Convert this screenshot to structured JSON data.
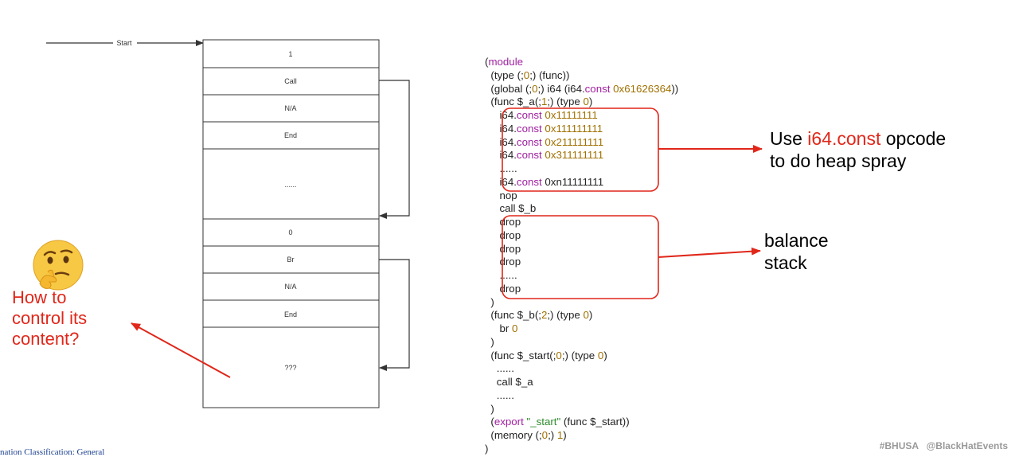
{
  "diagram": {
    "start_label": "Start",
    "cells": [
      "1",
      "Call",
      "N/A",
      "End",
      "......",
      "0",
      "Br",
      "N/A",
      "End",
      "???"
    ]
  },
  "code": {
    "lines": [
      [
        [
          "p",
          "("
        ],
        [
          "kw",
          "module"
        ]
      ],
      [
        [
          "p",
          "  (type (;"
        ],
        [
          "num",
          "0"
        ],
        [
          "p",
          ";) (func))"
        ]
      ],
      [
        [
          "p",
          "  (global (;"
        ],
        [
          "num",
          "0"
        ],
        [
          "p",
          ";) i64 (i64."
        ],
        [
          "kw",
          "const"
        ],
        [
          "p",
          " "
        ],
        [
          "num",
          "0x61626364"
        ],
        [
          "p",
          "))"
        ]
      ],
      [
        [
          "p",
          "  (func $_a(;"
        ],
        [
          "num",
          "1"
        ],
        [
          "p",
          ";) (type "
        ],
        [
          "num",
          "0"
        ],
        [
          "p",
          ")"
        ]
      ],
      [
        [
          "p",
          "     i64."
        ],
        [
          "kw",
          "const"
        ],
        [
          "p",
          " "
        ],
        [
          "num",
          "0x11111111"
        ]
      ],
      [
        [
          "p",
          "     i64."
        ],
        [
          "kw",
          "const"
        ],
        [
          "p",
          " "
        ],
        [
          "num",
          "0x111111111"
        ]
      ],
      [
        [
          "p",
          "     i64."
        ],
        [
          "kw",
          "const"
        ],
        [
          "p",
          " "
        ],
        [
          "num",
          "0x211111111"
        ]
      ],
      [
        [
          "p",
          "     i64."
        ],
        [
          "kw",
          "const"
        ],
        [
          "p",
          " "
        ],
        [
          "num",
          "0x311111111"
        ]
      ],
      [
        [
          "p",
          "     ......"
        ]
      ],
      [
        [
          "p",
          "     i64."
        ],
        [
          "kw",
          "const"
        ],
        [
          "p",
          " 0xn11111111"
        ]
      ],
      [
        [
          "p",
          "     nop"
        ]
      ],
      [
        [
          "p",
          "     call $_b"
        ]
      ],
      [
        [
          "p",
          "     drop"
        ]
      ],
      [
        [
          "p",
          "     drop"
        ]
      ],
      [
        [
          "p",
          "     drop"
        ]
      ],
      [
        [
          "p",
          "     drop"
        ]
      ],
      [
        [
          "p",
          "     ......"
        ]
      ],
      [
        [
          "p",
          "     drop"
        ]
      ],
      [
        [
          "p",
          "  )"
        ]
      ],
      [
        [
          "p",
          "  (func $_b(;"
        ],
        [
          "num",
          "2"
        ],
        [
          "p",
          ";) (type "
        ],
        [
          "num",
          "0"
        ],
        [
          "p",
          ")"
        ]
      ],
      [
        [
          "p",
          "     br "
        ],
        [
          "num",
          "0"
        ]
      ],
      [
        [
          "p",
          "  )"
        ]
      ],
      [
        [
          "p",
          "  (func $_start(;"
        ],
        [
          "num",
          "0"
        ],
        [
          "p",
          ";) (type "
        ],
        [
          "num",
          "0"
        ],
        [
          "p",
          ")"
        ]
      ],
      [
        [
          "p",
          "    ......"
        ]
      ],
      [
        [
          "p",
          "    call $_a"
        ]
      ],
      [
        [
          "p",
          "    ......"
        ]
      ],
      [
        [
          "p",
          "  )"
        ]
      ],
      [
        [
          "p",
          "  ("
        ],
        [
          "kw",
          "export"
        ],
        [
          "p",
          " "
        ],
        [
          "str",
          "\"_start\""
        ],
        [
          "p",
          " (func $_start))"
        ]
      ],
      [
        [
          "p",
          "  (memory (;"
        ],
        [
          "num",
          "0"
        ],
        [
          "p",
          ";) "
        ],
        [
          "num",
          "1"
        ],
        [
          "p",
          ")"
        ]
      ],
      [
        [
          "p",
          ")"
        ]
      ]
    ]
  },
  "annotations": {
    "heap_spray_prefix": "Use ",
    "heap_spray_highlight": "i64.const",
    "heap_spray_suffix": " opcode\nto do heap spray",
    "balance_stack": "balance\nstack",
    "question": "How to\ncontrol its\ncontent?"
  },
  "footer": {
    "classification": "nation Classification: General",
    "tags": "#BHUSA   @BlackHatEvents"
  },
  "icons": {
    "thinking_face": "thinking-face-emoji"
  },
  "colors": {
    "highlight_red": "#e0271a",
    "keyword_purple": "#a020a0",
    "number_gold": "#a07000",
    "string_green": "#2e8b2e"
  }
}
